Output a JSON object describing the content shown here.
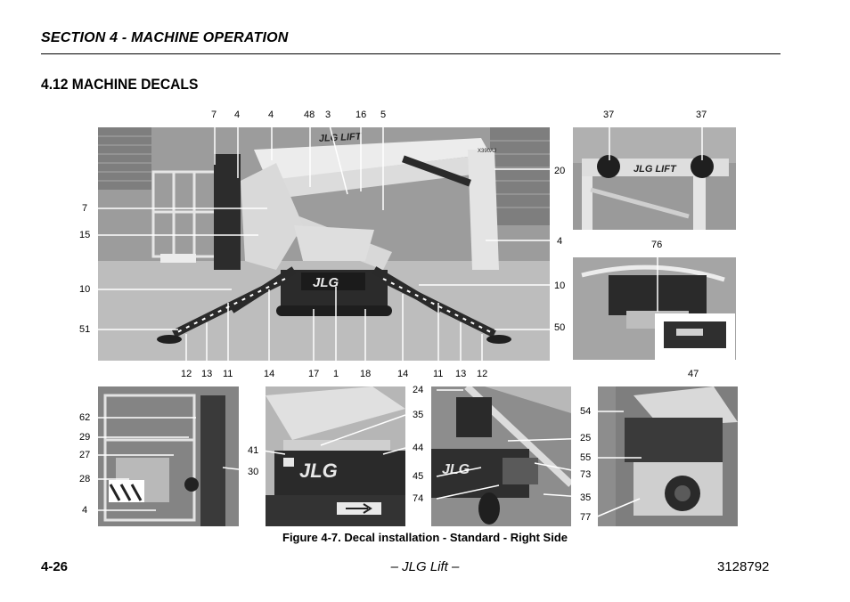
{
  "header": {
    "section": "SECTION 4 - MACHINE OPERATION"
  },
  "page_title": "4.12 MACHINE DECALS",
  "figure": {
    "caption": "Figure 4-7. Decal installation - Standard - Right Side",
    "main_photo": {
      "brand_text": "JLG",
      "boom_brand_text": "JLG LIFT",
      "model_text": "X390AJ",
      "top_callouts": [
        "7",
        "4",
        "4",
        "48",
        "3",
        "16",
        "5"
      ],
      "left_callouts": [
        "7",
        "15",
        "10",
        "51"
      ],
      "right_callouts": [
        "20",
        "4",
        "10",
        "50"
      ],
      "bottom_callouts": [
        "12",
        "13",
        "11",
        "14",
        "17",
        "1",
        "18",
        "14",
        "11",
        "13",
        "12"
      ]
    },
    "top_right_photo": {
      "brand_text": "JLG LIFT",
      "callouts": [
        "37",
        "37"
      ]
    },
    "mid_right_photo": {
      "callouts": [
        "76",
        "47"
      ]
    },
    "bottom_left_photo": {
      "callouts": [
        "62",
        "29",
        "27",
        "28",
        "4"
      ]
    },
    "bottom_center_photo": {
      "brand_text": "JLG",
      "callouts": [
        "41",
        "30",
        "35",
        "44"
      ]
    },
    "bottom_mid_photo": {
      "brand_text": "JLG",
      "callouts": [
        "24",
        "45",
        "74"
      ]
    },
    "bottom_right_photo": {
      "callouts": [
        "54",
        "25",
        "55",
        "73",
        "35",
        "77"
      ]
    }
  },
  "footer": {
    "page_number": "4-26",
    "brand": "– JLG Lift –",
    "doc_number": "3128792"
  }
}
